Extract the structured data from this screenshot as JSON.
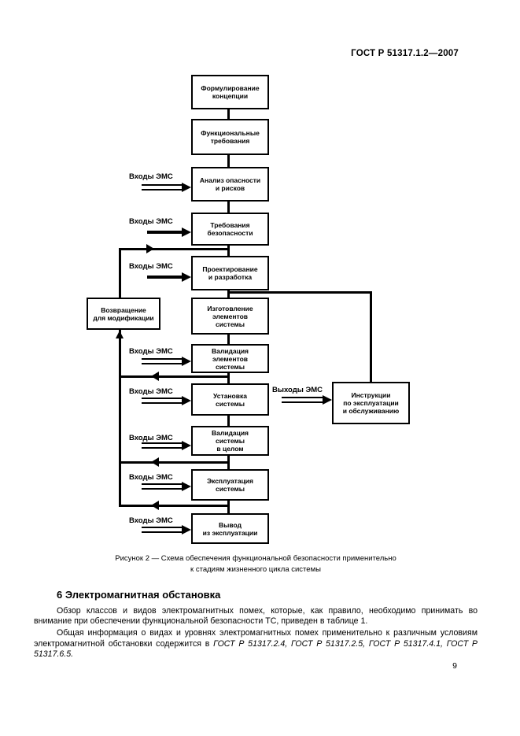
{
  "page": {
    "header": "ГОСТ Р 51317.1.2—2007",
    "page_number": "9"
  },
  "figure": {
    "caption": "Рисунок 2 — Схема обеспечения функциональной безопасности применительно\nк стадиям жизненного цикла системы",
    "emc_input_label": "Входы ЭМС",
    "emc_output_label": "Выходы ЭМС",
    "boxes": {
      "concept": "Формулирование\nконцепции",
      "functional": "Функциональные\nтребования",
      "analysis": "Анализ опасности\nи рисков",
      "safety": "Требования\nбезопасности",
      "design": "Проектирование\nи разработка",
      "manufacture": "Изготовление\nэлементов\nсистемы",
      "validation_elements": "Валидация\nэлементов\nсистемы",
      "installation": "Установка\nсистемы",
      "validation_system": "Валидация\nсистемы\nв целом",
      "operation": "Эксплуатация\nсистемы",
      "decommission": "Вывод\nиз эксплуатации",
      "return_mod": "Возвращение\nдля модификации",
      "instructions": "Инструкции\nпо эксплуатации\nи обслуживанию"
    }
  },
  "section": {
    "heading": "6 Электромагнитная обстановка",
    "paragraph1": "Обзор классов и видов электромагнитных помех, которые, как правило, необходимо принимать во внимание при обеспечении функциональной безопасности ТС, приведен в таблице 1.",
    "paragraph2_text": "Общая информация о видах и уровнях электромагнитных помех применительно к различным условиям электромагнитной обстановки содержится в ",
    "paragraph2_refs": "ГОСТ Р 51317.2.4, ГОСТ Р 51317.2.5, ГОСТ Р 51317.4.1, ГОСТ Р 51317.6.5."
  }
}
